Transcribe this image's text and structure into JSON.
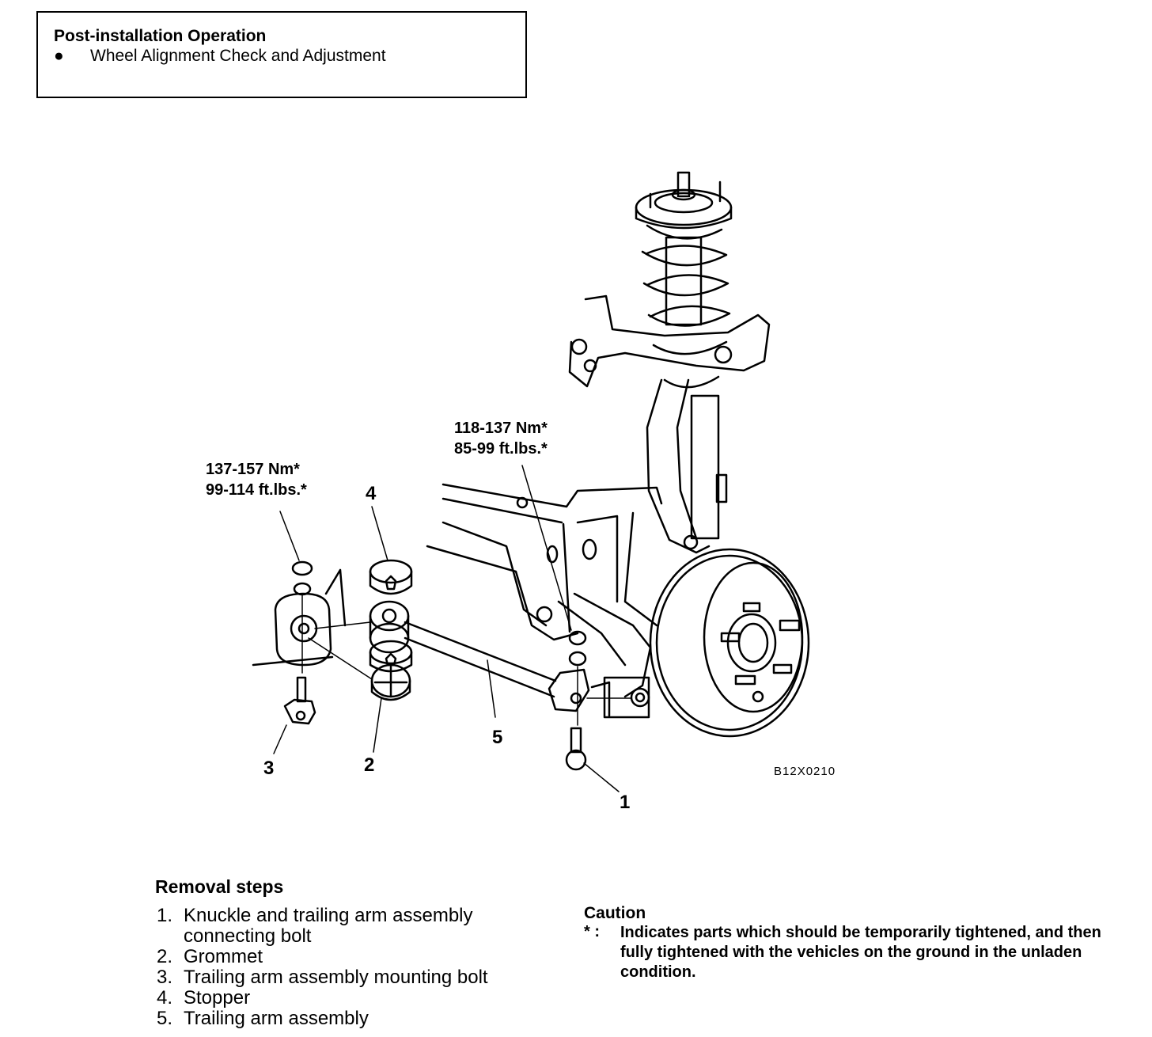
{
  "post_installation": {
    "title": "Post-installation Operation",
    "bullet": "●",
    "item": "Wheel Alignment Check and Adjustment"
  },
  "torque": {
    "upper": {
      "nm": "118-137 Nm*",
      "ftlbs": "85-99 ft.lbs.*"
    },
    "lower": {
      "nm": "137-157 Nm*",
      "ftlbs": "99-114 ft.lbs.*"
    }
  },
  "callouts": [
    "1",
    "2",
    "3",
    "4",
    "5"
  ],
  "figure_code": "B12X0210",
  "removal": {
    "title": "Removal steps",
    "steps": [
      {
        "num": "1.",
        "text": "Knuckle and trailing arm assembly connecting bolt"
      },
      {
        "num": "2.",
        "text": "Grommet"
      },
      {
        "num": "3.",
        "text": "Trailing arm assembly mounting bolt"
      },
      {
        "num": "4.",
        "text": "Stopper"
      },
      {
        "num": "5.",
        "text": "Trailing arm assembly"
      }
    ]
  },
  "caution": {
    "title": "Caution",
    "mark": "* :",
    "text": "Indicates parts which should be temporarily tightened, and then fully tightened with the vehicles on the ground in the unladen condition."
  }
}
